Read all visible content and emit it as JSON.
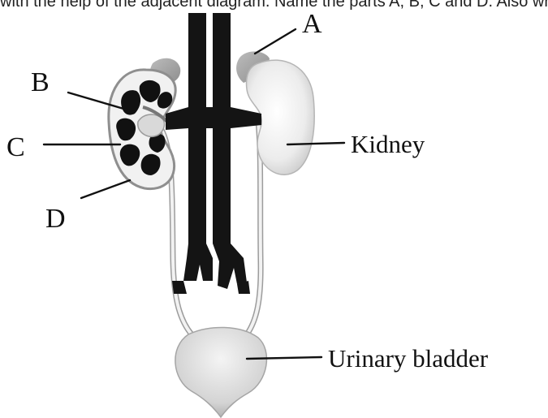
{
  "top_text_fragment": "with the help of the adjacent diagram. Name the parts A, B, C and D. Also write the function of B, C",
  "labels": {
    "a": "A",
    "b": "B",
    "c": "C",
    "d": "D",
    "kidney": "Kidney",
    "urinary_bladder": "Urinary bladder"
  },
  "colors": {
    "vessels": "#141414",
    "kidney_light": "#e6e6e6",
    "kidney_outline": "#9a9a9a",
    "adrenal": "#c9c9c9",
    "bladder": "#d9d9d9",
    "ureter": "#cfcfcf"
  }
}
